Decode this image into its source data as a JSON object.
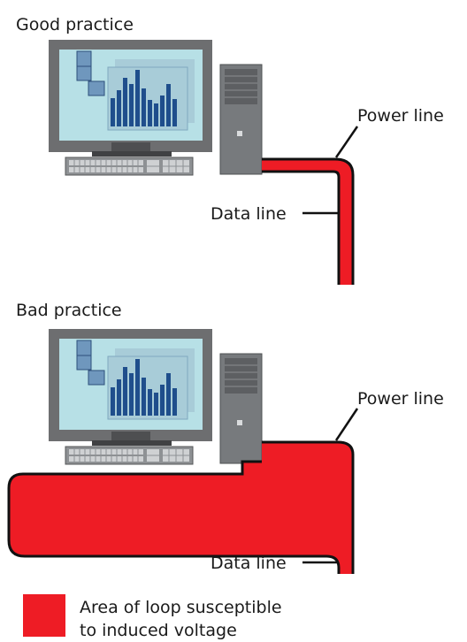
{
  "good": {
    "heading": "Good practice",
    "power_label": "Power line",
    "data_label": "Data line"
  },
  "bad": {
    "heading": "Bad practice",
    "power_label": "Power line",
    "data_label": "Data line"
  },
  "legend": {
    "line1": "Area of loop susceptible",
    "line2": "to induced voltage"
  },
  "colors": {
    "loop_area": "#ee1c25",
    "monitor_frame": "#6d6e70",
    "screen": "#b7e0e6",
    "bars": "#1f4e8c",
    "tower": "#777a7d",
    "keyboard": "#8e9194"
  },
  "icons": {
    "computer": "desktop-computer-icon",
    "tower": "pc-tower-icon",
    "keyboard": "keyboard-icon"
  }
}
